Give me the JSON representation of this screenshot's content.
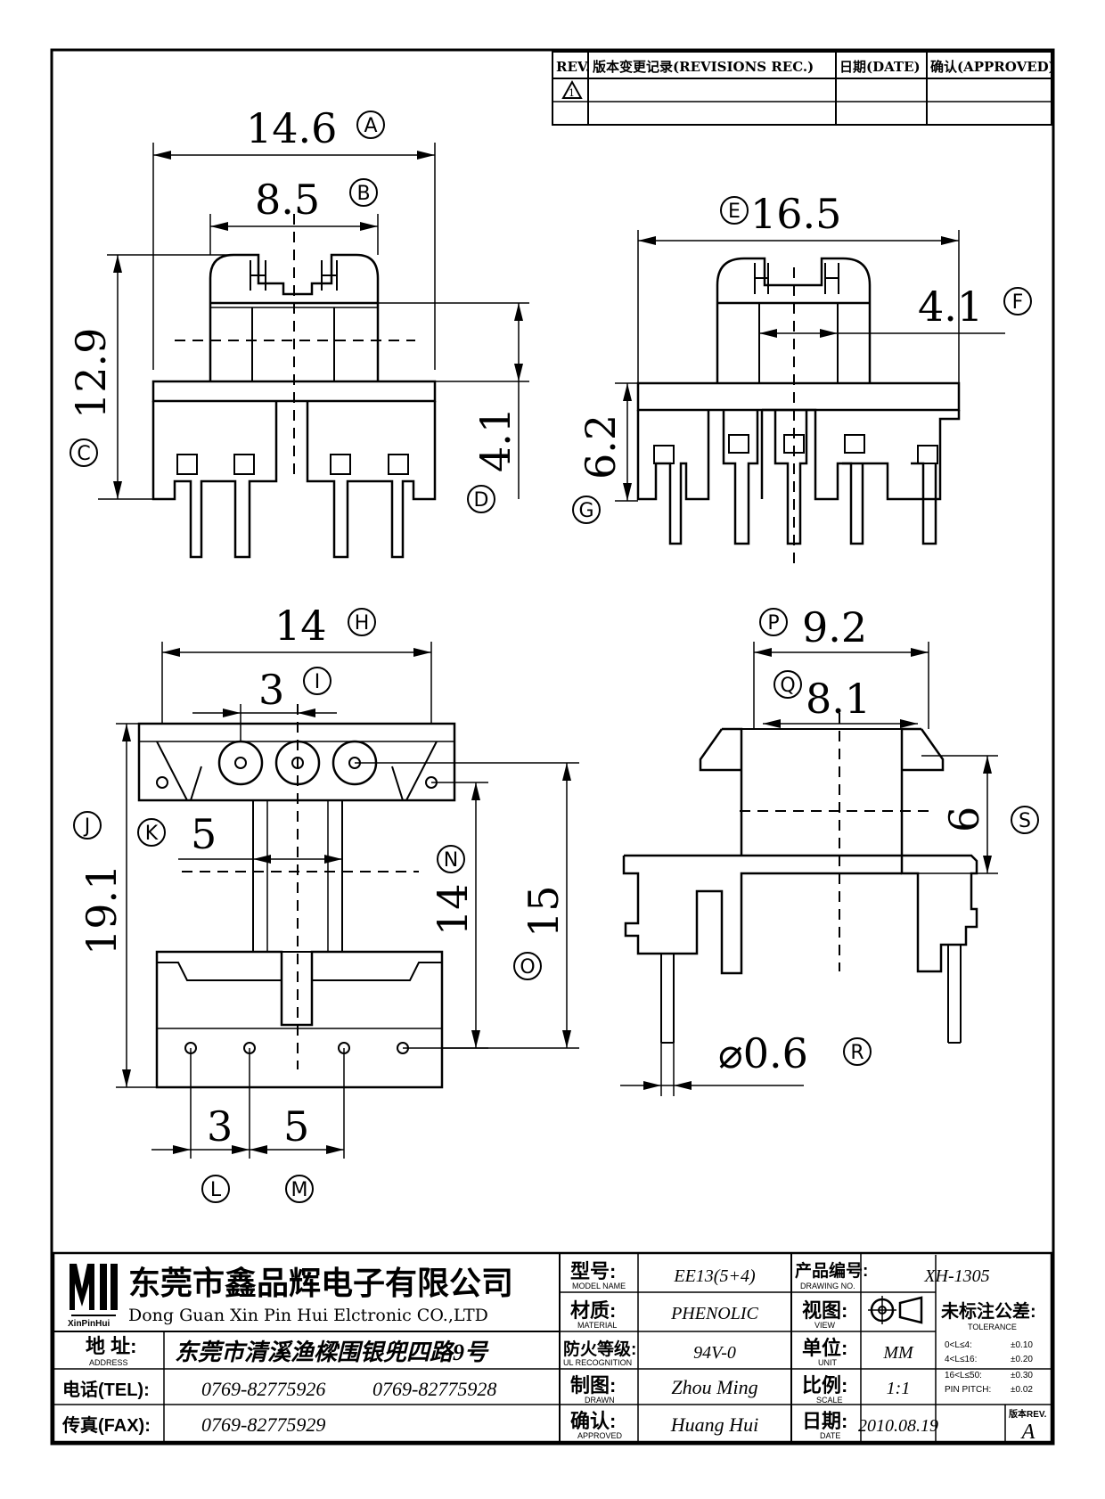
{
  "revision_table": {
    "headers": [
      "REV.",
      "版本变更记录(REVISIONS REC.)",
      "日期(DATE)",
      "确认(APPROVED)"
    ]
  },
  "dimensions": {
    "A": "14.6",
    "B": "8.5",
    "C": "12.9",
    "D": "4.1",
    "E": "16.5",
    "F": "4.1",
    "G": "6.2",
    "H": "14",
    "I": "3",
    "J": "19.1",
    "K": "5",
    "L": "3",
    "M": "5",
    "N": "14",
    "O": "15",
    "P": "9.2",
    "Q": "8.1",
    "R": "⌀0.6",
    "S": "6"
  },
  "title_block": {
    "company_cn": "东莞市鑫品辉电子有限公司",
    "company_en": "Dong Guan Xin Pin Hui Elctronic CO.,LTD",
    "logo_text": "XinPinHui",
    "address_label": "地 址:",
    "address_label_en": "ADDRESS",
    "address": "东莞市清溪渔樑围银兜四路9号",
    "tel_label": "电话(TEL):",
    "tel1": "0769-82775926",
    "tel2": "0769-82775928",
    "fax_label": "传真(FAX):",
    "fax": "0769-82775929",
    "model_label": "型号:",
    "model_label_en": "MODEL NAME",
    "model": "EE13(5+4)",
    "material_label": "材质:",
    "material_label_en": "MATERIAL",
    "material": "PHENOLIC",
    "ul_label": "防火等级:",
    "ul_label_en": "UL RECOGNITION",
    "ul": "94V-0",
    "drawn_label": "制图:",
    "drawn_label_en": "DRAWN",
    "drawn": "Zhou Ming",
    "approved_label": "确认:",
    "approved_label_en": "APPROVED",
    "approved": "Huang Hui",
    "drawing_no_label": "产品编号:",
    "drawing_no_label_en": "DRAWING NO.",
    "drawing_no": "XH-1305",
    "view_label": "视图:",
    "view_label_en": "VIEW",
    "unit_label": "单位:",
    "unit_label_en": "UNIT",
    "unit": "MM",
    "scale_label": "比例:",
    "scale_label_en": "SCALE",
    "scale": "1:1",
    "date_label": "日期:",
    "date_label_en": "DATE",
    "date": "2010.08.19",
    "tolerance_label": "未标注公差:",
    "tolerance_label_en": "TOLERANCE",
    "tolerances": [
      {
        "range": "0<L≤4:",
        "value": "±0.10"
      },
      {
        "range": "4<L≤16:",
        "value": "±0.20"
      },
      {
        "range": "16<L≤50:",
        "value": "±0.30"
      },
      {
        "range": "PIN PITCH:",
        "value": "±0.02"
      }
    ],
    "rev_label": "版本REV.",
    "rev": "A"
  }
}
